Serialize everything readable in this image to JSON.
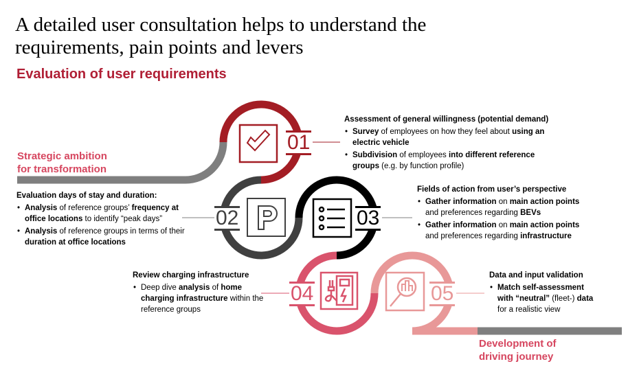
{
  "title_line1": "A detailed user consultation helps to understand the",
  "title_line2": "requirements, pain points and levers",
  "subtitle": "Evaluation of user requirements",
  "start_label": [
    "Strategic ambition",
    "for transformation"
  ],
  "end_label": [
    "Development of",
    "driving journey"
  ],
  "colors": {
    "ring1": "#a31d24",
    "ring2": "#404040",
    "ring3": "#000000",
    "ring4": "#d9536c",
    "ring5": "#e89898",
    "line": "#7f7f7f"
  },
  "steps": [
    {
      "number": "01",
      "icon": "checkbox-icon",
      "heading": "Assessment of general willingness (potential demand)",
      "bullets": [
        [
          {
            "b": "Survey"
          },
          {
            "t": " of employees on how they feel about "
          },
          {
            "b": "using an electric vehicle"
          }
        ],
        [
          {
            "b": "Subdivision"
          },
          {
            "t": " of employees "
          },
          {
            "b": "into different reference groups"
          },
          {
            "t": " (e.g. by function profile)"
          }
        ]
      ]
    },
    {
      "number": "02",
      "icon": "parking-icon",
      "heading": "Evaluation days of stay and duration:",
      "bullets": [
        [
          {
            "b": "Analysis"
          },
          {
            "t": " of reference groups’ "
          },
          {
            "b": "frequency at office locations"
          },
          {
            "t": " to identify “peak days”"
          }
        ],
        [
          {
            "b": "Analysis"
          },
          {
            "t": " of reference groups in terms of their "
          },
          {
            "b": "duration at office locations"
          }
        ]
      ]
    },
    {
      "number": "03",
      "icon": "checklist-icon",
      "heading": "Fields of action from user’s perspective",
      "bullets": [
        [
          {
            "b": "Gather information"
          },
          {
            "t": " on "
          },
          {
            "b": "main action points"
          },
          {
            "t": " and preferences regarding "
          },
          {
            "b": "BEVs"
          }
        ],
        [
          {
            "b": "Gather information"
          },
          {
            "t": " on "
          },
          {
            "b": "main action points"
          },
          {
            "t": " and preferences regarding "
          },
          {
            "b": "infrastructure"
          }
        ]
      ]
    },
    {
      "number": "04",
      "icon": "charging-station-icon",
      "heading": "Review charging infrastructure",
      "bullets": [
        [
          {
            "t": "Deep dive "
          },
          {
            "b": "analysis"
          },
          {
            "t": " of "
          },
          {
            "b": "home charging infrastructure"
          },
          {
            "t": " within the reference groups"
          }
        ]
      ]
    },
    {
      "number": "05",
      "icon": "magnifier-chart-icon",
      "heading": "Data and input validation",
      "bullets": [
        [
          {
            "b": "Match self-assessment with “neutral”"
          },
          {
            "t": " (fleet-) "
          },
          {
            "b": "data"
          },
          {
            "t": " for a realistic view"
          }
        ]
      ]
    }
  ]
}
